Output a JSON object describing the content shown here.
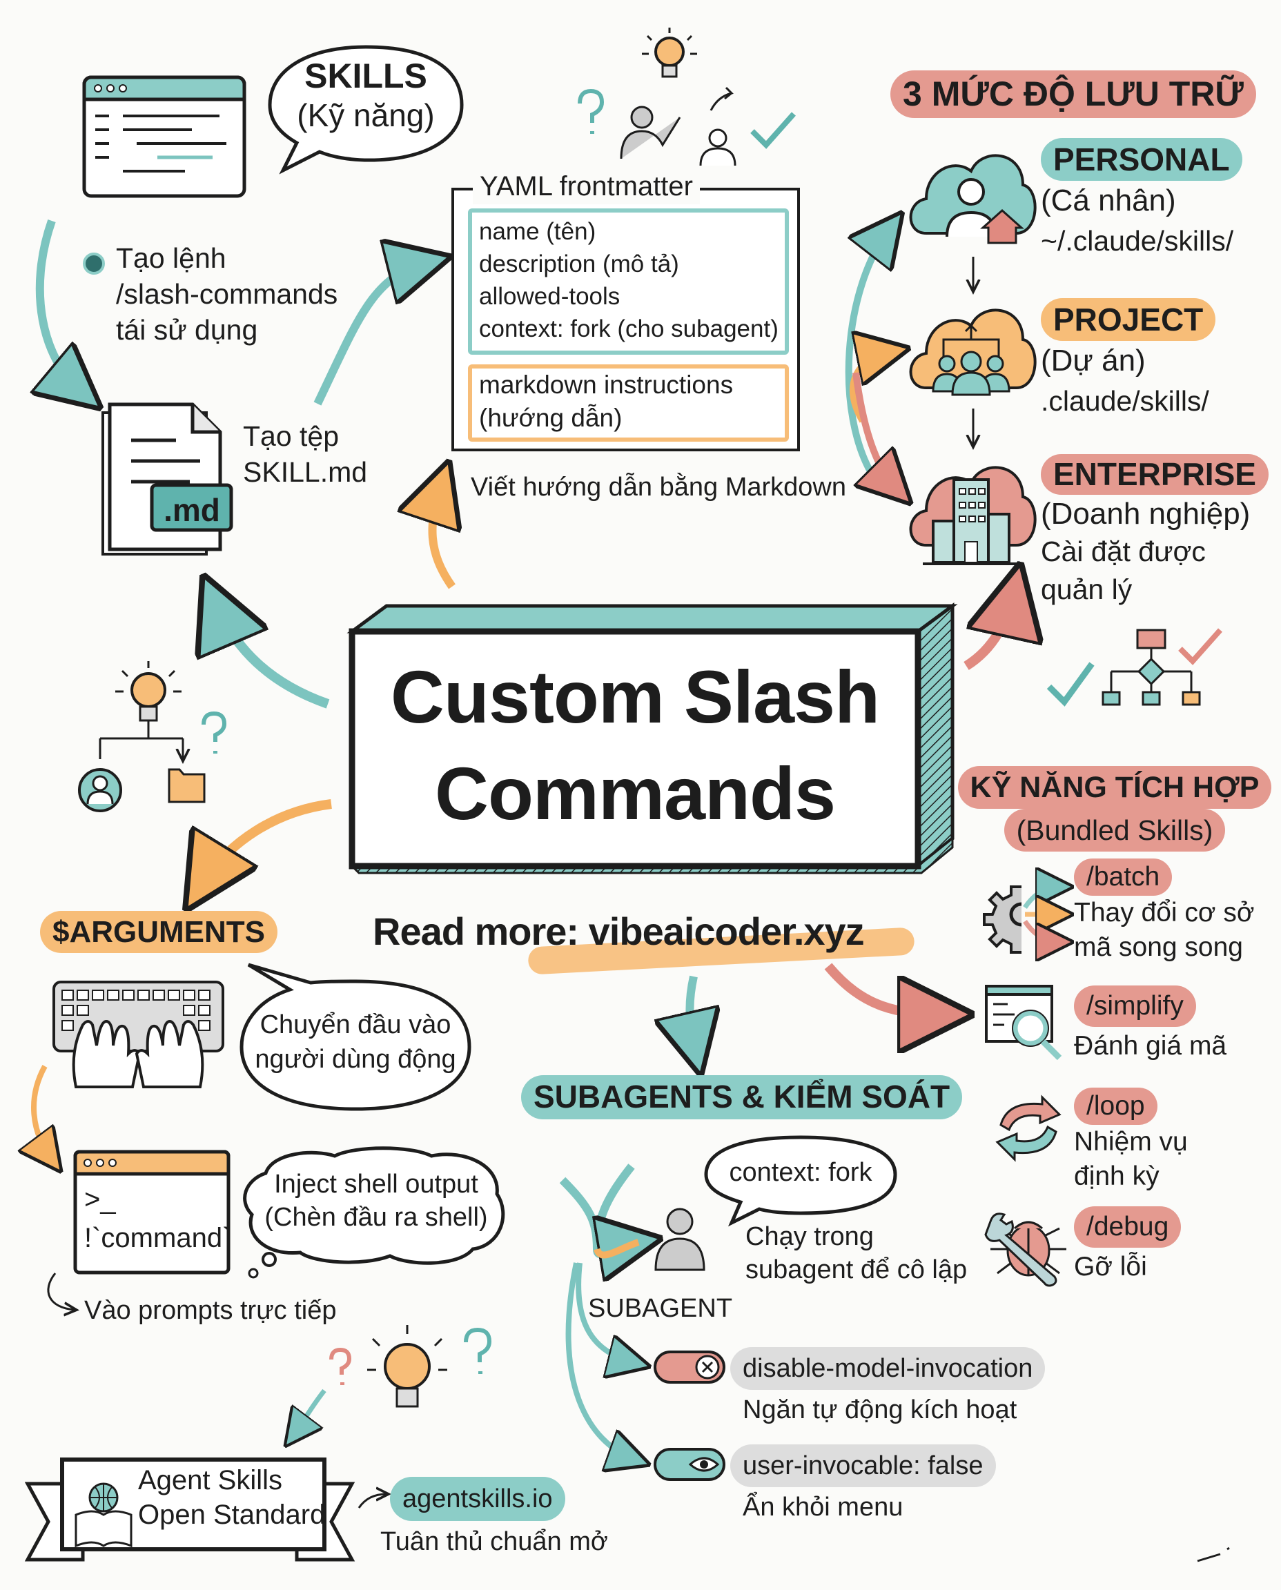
{
  "title": {
    "line1": "Custom Slash",
    "line2": "Commands"
  },
  "read_more": {
    "label": "Read more:",
    "link": "vibeaicoder.xyz"
  },
  "skills": {
    "bubble_title": "SKILLS",
    "bubble_subtitle": "(Kỹ năng)",
    "bullet_lines": [
      "Tạo lệnh",
      "/slash-commands",
      "tái sử dụng"
    ],
    "file_badge": ".md",
    "file_caption": [
      "Tạo tệp",
      "SKILL.md"
    ]
  },
  "yaml": {
    "label": "YAML frontmatter",
    "fields": [
      "name (tên)",
      "description (mô tả)",
      "allowed-tools",
      "context: fork (cho subagent)"
    ],
    "instructions": [
      "markdown instructions",
      "(hướng dẫn)"
    ],
    "caption": "Viết hướng dẫn bằng Markdown"
  },
  "storage": {
    "title": "3 MỨC ĐỘ LƯU TRỮ",
    "levels": [
      {
        "name": "PERSONAL",
        "translation": "(Cá nhân)",
        "detail": [
          "~/.claude/skills/"
        ],
        "icon": "cloud-user-home-icon",
        "color": "#8ccdc7"
      },
      {
        "name": "PROJECT",
        "translation": "(Dự án)",
        "detail": [
          ".claude/skills/"
        ],
        "icon": "cloud-team-icon",
        "color": "#f7bd78"
      },
      {
        "name": "ENTERPRISE",
        "translation": "(Doanh nghiệp)",
        "detail": [
          "Cài đặt được",
          "quản lý"
        ],
        "icon": "cloud-building-icon",
        "color": "#e49a90"
      }
    ]
  },
  "bundled": {
    "title": "KỸ NĂNG TÍCH HỢP",
    "subtitle": "(Bundled Skills)",
    "items": [
      {
        "command": "/batch",
        "desc": [
          "Thay đổi cơ sở",
          "mã song song"
        ],
        "icon": "gear-parallel-arrows-icon"
      },
      {
        "command": "/simplify",
        "desc": [
          "Đánh giá mã"
        ],
        "icon": "code-review-magnifier-icon"
      },
      {
        "command": "/loop",
        "desc": [
          "Nhiệm vụ",
          "định kỳ"
        ],
        "icon": "refresh-loop-icon"
      },
      {
        "command": "/debug",
        "desc": [
          "Gỡ lỗi"
        ],
        "icon": "bug-wrench-icon"
      }
    ]
  },
  "arguments": {
    "label": "$ARGUMENTS",
    "bubble": [
      "Chuyển đầu vào",
      "người dùng động"
    ]
  },
  "shell": {
    "prompt": ">_",
    "command": "!`command`",
    "bubble": [
      "Inject shell output",
      "(Chèn đầu ra shell)"
    ],
    "caption": "Vào prompts trực tiếp"
  },
  "subagents": {
    "title": "SUBAGENTS & KIỂM SOÁT",
    "bubble": "context: fork",
    "desc": [
      "Chạy trong",
      "subagent để cô lập"
    ],
    "agent_label": "SUBAGENT",
    "controls": [
      {
        "flag": "disable-model-invocation",
        "desc": "Ngăn tự động kích hoạt",
        "icon": "toggle-x-icon",
        "color": "#e49a90"
      },
      {
        "flag": "user-invocable: false",
        "desc": "Ẩn khỏi menu",
        "icon": "toggle-eye-icon",
        "color": "#8ccdc7"
      }
    ]
  },
  "standard": {
    "banner": [
      "Agent Skills",
      "Open Standard"
    ],
    "link": "agentskills.io",
    "caption": "Tuân thủ chuẩn mở"
  },
  "colors": {
    "teal": "#8ccdc7",
    "orange": "#f7bd78",
    "salmon": "#e49a90",
    "ink": "#1d1d1d",
    "background": "#fbfbf9"
  }
}
